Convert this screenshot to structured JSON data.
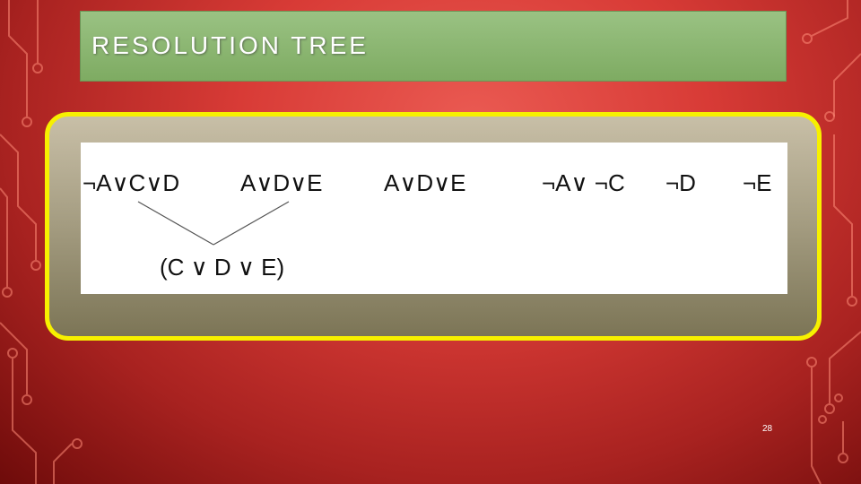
{
  "slide": {
    "title": "RESOLUTION TREE",
    "page_number": "28"
  },
  "tree": {
    "clauses": {
      "c1": "¬A∨C∨D",
      "c2": "A∨D∨E",
      "c3": "A∨D∨E",
      "c4": "¬A∨ ¬C",
      "c5": "¬D",
      "c6": "¬E",
      "resolvent": "(C ∨ D ∨ E)"
    }
  },
  "colors": {
    "title_bar": "#8fb874",
    "frame_border": "#f7f000",
    "background": "#d83b36"
  }
}
